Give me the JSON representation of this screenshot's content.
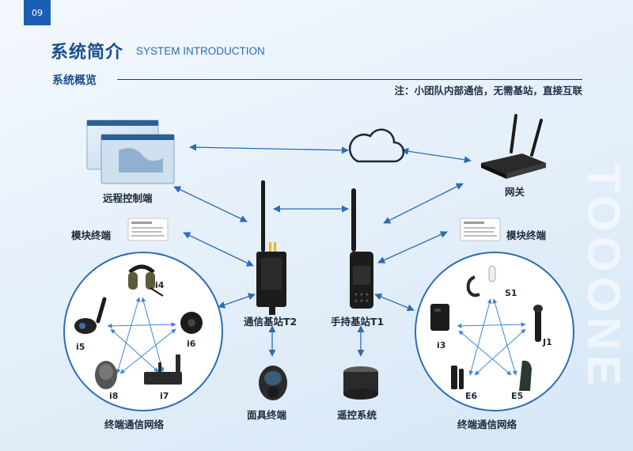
{
  "page_number": "09",
  "header": {
    "title_cn": "系统简介",
    "title_en": "SYSTEM INTRODUCTION",
    "section": "系统概览",
    "note": "注：小团队内部通信，无需基站，直接互联"
  },
  "watermark": "TOOONE",
  "nodes": {
    "remote_control": "远程控制端",
    "gateway": "网关",
    "module_left": "模块终端",
    "module_right": "模块终端",
    "station_t2": "通信基站T2",
    "station_t1": "手持基站T1",
    "mask": "面具终端",
    "remote_system": "遥控系统",
    "net_left": "终端通信网络",
    "net_right": "终端通信网络"
  },
  "left_network": {
    "i4": "i4",
    "i5": "i5",
    "i6": "i6",
    "i7": "i7",
    "i8": "i8"
  },
  "right_network": {
    "s1": "S1",
    "i3": "i3",
    "j1": "J1",
    "e5": "E5",
    "e6": "E6"
  },
  "colors": {
    "accent": "#1a5fb4",
    "arrow": "#2b6cb5",
    "star": "#3d86d6"
  }
}
